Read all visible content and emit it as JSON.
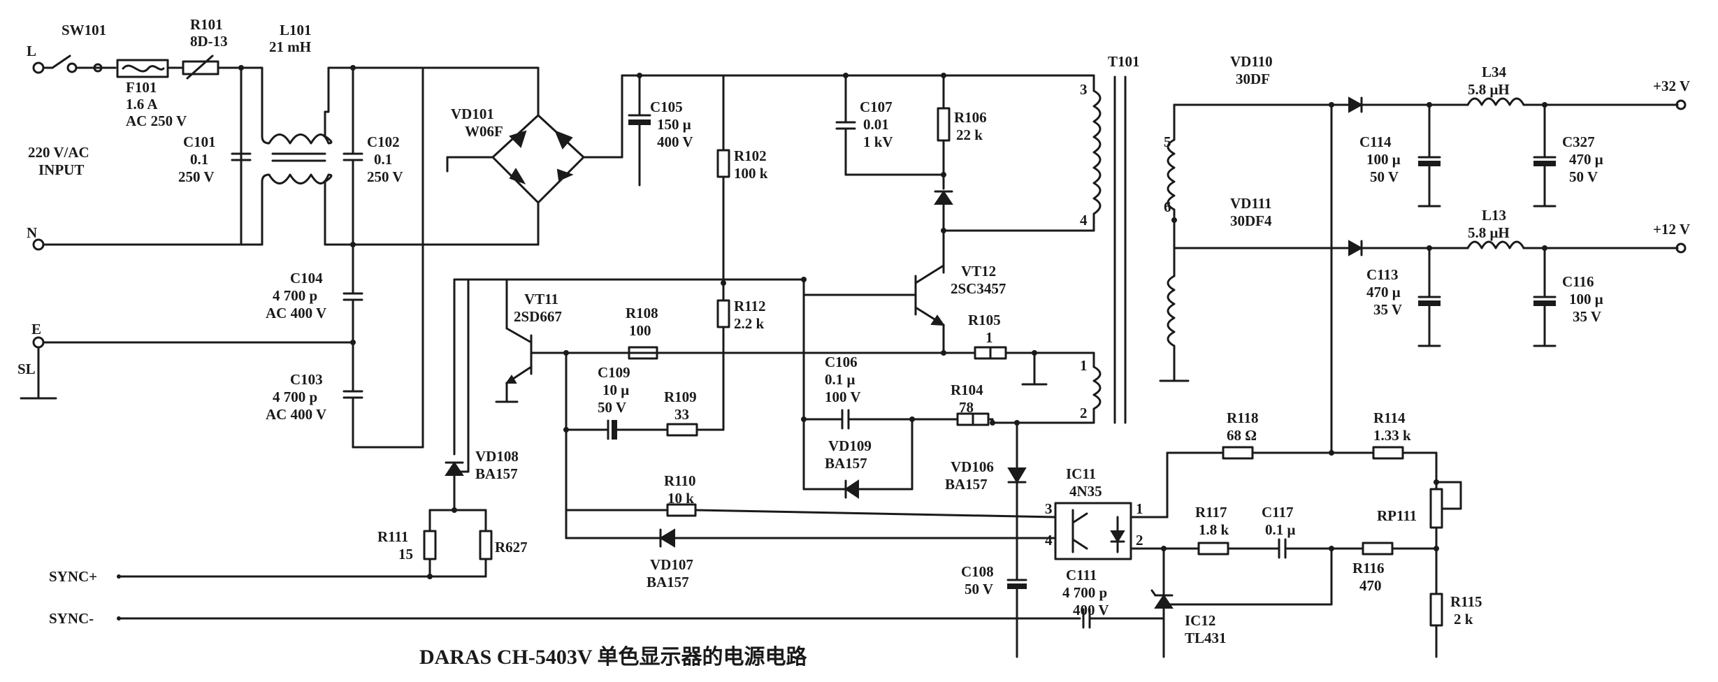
{
  "caption": "DARAS CH-5403V 单色显示器的电源电路",
  "labels": {
    "l": "L",
    "n": "N",
    "e": "E",
    "sl": "SL",
    "sw101": "SW101",
    "r101": "R101",
    "r101_val": "8D-13",
    "f101": "F101",
    "f101_val1": "1.6 A",
    "f101_val2": "AC 250 V",
    "l101": "L101",
    "l101_val": "21 mH",
    "input1": "220 V/AC",
    "input2": "INPUT",
    "c101": "C101",
    "c101_v1": "0.1",
    "c101_v2": "250 V",
    "c102": "C102",
    "c102_v1": "0.1",
    "c102_v2": "250 V",
    "c104": "C104",
    "c104_v1": "4 700 p",
    "c104_v2": "AC 400 V",
    "c103": "C103",
    "c103_v1": "4 700 p",
    "c103_v2": "AC 400 V",
    "vd101": "VD101",
    "vd101_val": "W06F",
    "c105": "C105",
    "c105_v1": "150 μ",
    "c105_v2": "400 V",
    "r102": "R102",
    "r102_val": "100 k",
    "c107": "C107",
    "c107_v1": "0.01",
    "c107_v2": "1 kV",
    "r106": "R106",
    "r106_val": "22 k",
    "t101": "T101",
    "pin3": "3",
    "pin4": "4",
    "pin5": "5",
    "pin6": "6",
    "pin1": "1",
    "pin2": "2",
    "vt12": "VT12",
    "vt12_val": "2SC3457",
    "vt11": "VT11",
    "vt11_val": "2SD667",
    "r108": "R108",
    "r108_val": "100",
    "r112": "R112",
    "r112_val": "2.2 k",
    "r105": "R105",
    "r105_val": "1",
    "c109": "C109",
    "c109_v1": "10 μ",
    "c109_v2": "50 V",
    "r109": "R109",
    "r109_val": "33",
    "c106": "C106",
    "c106_v1": "0.1 μ",
    "c106_v2": "100 V",
    "r104": "R104",
    "r104_val": "78",
    "vd109": "VD109",
    "vd109_val": "BA157",
    "vd106": "VD106",
    "vd106_val": "BA157",
    "vd108": "VD108",
    "vd108_val": "BA157",
    "r111": "R111",
    "r111_val": "15",
    "r627": "R627",
    "sync_plus": "SYNC+",
    "sync_minus": "SYNC-",
    "r110": "R110",
    "r110_val": "10 k",
    "vd107": "VD107",
    "vd107_val": "BA157",
    "c108": "C108",
    "c108_val": "50 V",
    "ic11": "IC11",
    "ic11_val": "4N35",
    "ic_pin1": "1",
    "ic_pin2": "2",
    "ic_pin3": "3",
    "ic_pin4": "4",
    "c111": "C111",
    "c111_v1": "4 700 p",
    "c111_v2": "400 V",
    "ic12": "IC12",
    "ic12_val": "TL431",
    "r118": "R118",
    "r118_val": "68 Ω",
    "r114": "R114",
    "r114_val": "1.33 k",
    "rp111": "RP111",
    "r117": "R117",
    "r117_val": "1.8 k",
    "c117": "C117",
    "c117_val": "0.1 μ",
    "r116": "R116",
    "r116_val": "470",
    "r115": "R115",
    "r115_val": "2 k",
    "vd110": "VD110",
    "vd110_val": "30DF",
    "vd111": "VD111",
    "vd111_val": "30DF4",
    "l34": "L34",
    "l34_val": "5.8 μH",
    "l13": "L13",
    "l13_val": "5.8 μH",
    "c114": "C114",
    "c114_v1": "100 μ",
    "c114_v2": "50 V",
    "c327": "C327",
    "c327_v1": "470 μ",
    "c327_v2": "50 V",
    "c113": "C113",
    "c113_v1": "470 μ",
    "c113_v2": "35 V",
    "c116": "C116",
    "c116_v1": "100 μ",
    "c116_v2": "35 V",
    "out32": "+32 V",
    "out12": "+12 V"
  }
}
